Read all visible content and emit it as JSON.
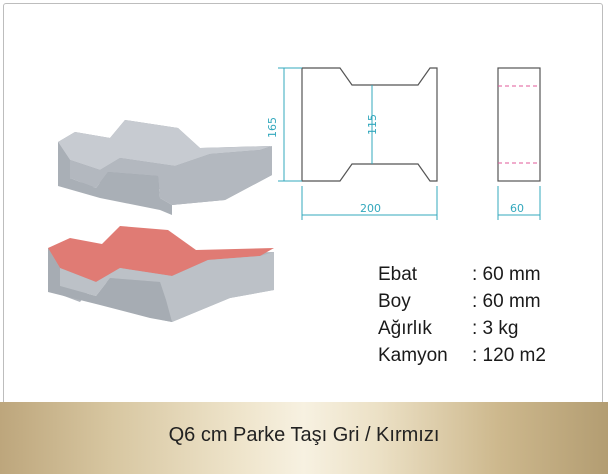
{
  "drawing": {
    "front_width": "200",
    "front_height": "165",
    "inner_height": "115",
    "side_width": "60"
  },
  "specs": [
    {
      "label": "Ebat",
      "value": ": 60 mm"
    },
    {
      "label": "Boy",
      "value": ": 60 mm"
    },
    {
      "label": "Ağırlık",
      "value": ": 3 kg"
    },
    {
      "label": "Kamyon",
      "value": ": 120 m2"
    }
  ],
  "product_title": "Q6 cm Parke Taşı Gri / Kırmızı",
  "colors": {
    "paver_grey": "#c8ccd2",
    "paver_red": "#e07b74",
    "dimension_line": "#33a8bd",
    "hidden_line": "#e05a9a"
  }
}
